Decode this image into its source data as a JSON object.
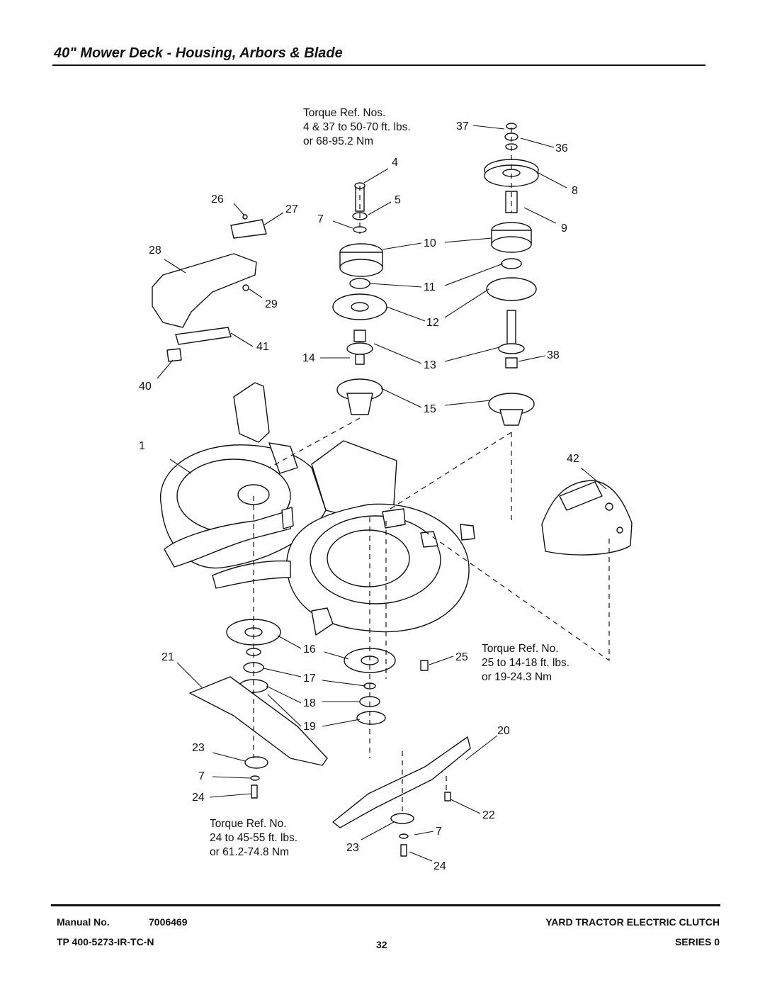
{
  "page": {
    "title": "40\" Mower Deck - Housing, Arbors & Blade"
  },
  "notes": {
    "torque_top": [
      "Torque Ref. Nos.",
      "4 & 37 to 50-70 ft. lbs.",
      "or 68-95.2 Nm"
    ],
    "torque_25": [
      "Torque Ref. No.",
      "25 to 14-18 ft. lbs.",
      "or 19-24.3 Nm"
    ],
    "torque_24": [
      "Torque Ref. No.",
      "24 to 45-55 ft. lbs.",
      "or 61.2-74.8 Nm"
    ]
  },
  "callouts": [
    "37",
    "36",
    "4",
    "5",
    "8",
    "7",
    "9",
    "26",
    "27",
    "28",
    "10",
    "11",
    "29",
    "12",
    "41",
    "14",
    "13",
    "38",
    "40",
    "15",
    "1",
    "42",
    "16",
    "21",
    "25",
    "17",
    "18",
    "19",
    "20",
    "23",
    "7",
    "24",
    "22",
    "7",
    "23",
    "24"
  ],
  "footer": {
    "manual_label": "Manual No.",
    "manual_number": "7006469",
    "tp_number": "TP 400-5273-IR-TC-N",
    "page_number": "32",
    "product": "YARD TRACTOR ELECTRIC CLUTCH",
    "series": "SERIES 0"
  }
}
